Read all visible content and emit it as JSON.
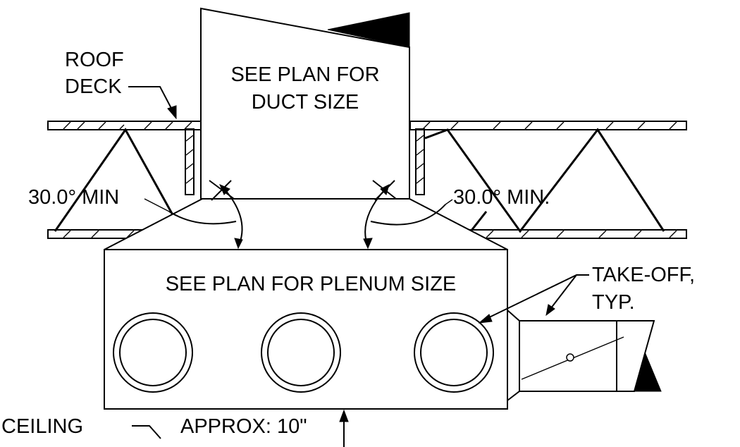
{
  "labels": {
    "roof_deck_line1": "ROOF",
    "roof_deck_line2": "DECK",
    "duct_note_line1": "SEE PLAN FOR",
    "duct_note_line2": "DUCT SIZE",
    "angle_left": "30.0° MIN",
    "angle_right": "30.0° MIN.",
    "plenum_note": "SEE PLAN FOR PLENUM SIZE",
    "takeoff_line1": "TAKE-OFF,",
    "takeoff_line2": "TYP.",
    "ceiling": "CEILING",
    "approx": "APPROX: 10\""
  }
}
